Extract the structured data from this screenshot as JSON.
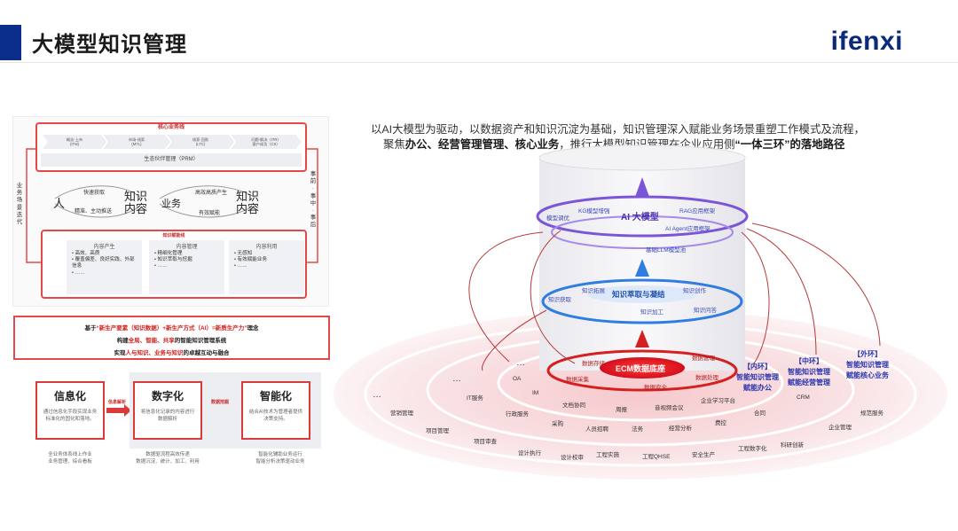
{
  "header": {
    "title": "大模型知识管理",
    "brand": "ifenxi"
  },
  "left": {
    "core_title": "核心业务线",
    "core_chevrons": [
      {
        "l1": "概念-上市",
        "l2": "(ITM)"
      },
      {
        "l1": "市场-线索",
        "l2": "(MTL)"
      },
      {
        "l1": "线索-回款",
        "l2": "(LTC)"
      },
      {
        "l1": "问题-解决（ITR）",
        "l2": "客户成功（CS）"
      }
    ],
    "prm": "生态伙伴管理（PRM）",
    "left_vertical": "业务场景迭代",
    "right_vertical": "事前·事中·事后",
    "flow1": {
      "left": "人",
      "top": "快速获取",
      "bottom": "精准、主动推送",
      "right": "知识内容"
    },
    "flow2": {
      "left": "业务",
      "top": "高效高质产生",
      "bottom": "有效赋能",
      "right": "知识内容"
    },
    "know_title": "知识赋能线",
    "columns": [
      {
        "head": "内容产生",
        "items": [
          "高效、高质",
          "覆盖偏差、良好实践、外部信息",
          "……"
        ]
      },
      {
        "head": "内容管理",
        "items": [
          "精细化管理",
          "知识萃取与挖掘",
          "……"
        ]
      },
      {
        "head": "内容利用",
        "items": [
          "无感知",
          "有效赋能业务",
          "……"
        ]
      }
    ],
    "concept": {
      "line1_a": "基于",
      "line1_b": "“新生产要素（知识数据）+新生产方式（AI）=新质生产力”",
      "line1_c": "理念",
      "line2_a": "构建",
      "line2_b": "全局、智能、共享",
      "line2_c": "的智能知识管理系统",
      "line3_a": "实现",
      "line3_b": "人与知识、业务与知识",
      "line3_c": "的卓越互动与融合"
    },
    "stages": [
      {
        "title": "信息化",
        "desc": "通过信息化手段实现业务标准化的固化和落地。",
        "note": "全业务体系线上作业\n业务管理、综合看板"
      },
      {
        "title": "数字化",
        "desc": "将信息化记录的内容进行数据解析",
        "note": "数据驱流程高效传递\n数据沉淀、统计、加工、利用"
      },
      {
        "title": "智能化",
        "desc": "结合AI技术为管理者提供决策支持。",
        "note": "智能化辅助业务运行\n智能分析决策驱动业务"
      }
    ],
    "stage_arrows": [
      "信息解析",
      "数据挖掘"
    ]
  },
  "right": {
    "headline_1a": "以AI大模型为驱动，以数据资产和知识沉淀为基础，知识管理深入赋能业务场景重塑工作模式及流程，",
    "headline_2a": "聚焦",
    "headline_2b": "办公、经营管理管理、核心业务",
    "headline_2c": "，推行大模型知识管理在企业应用侧",
    "headline_2d": "“一体三环”",
    "headline_2e": "的落地路径",
    "ai_layer": {
      "center": "AI 大模型",
      "items": [
        "KG模型增强",
        "RAG应用框架",
        "模型调优",
        "AI Agent应用框架",
        "基础LLM模型池"
      ]
    },
    "knowledge_layer": {
      "center": "知识萃取与凝结",
      "items": [
        "知识拓展",
        "知识创作",
        "知识获取",
        "知识加工",
        "知识问答"
      ]
    },
    "data_layer": {
      "center": "ECM数据底座",
      "items": [
        "数据存储",
        "数据管理",
        "数据采集",
        "数据处理",
        "数据安全"
      ]
    },
    "rings": [
      {
        "tag": "【内环】",
        "desc": "智能知识管理\n赋能办公"
      },
      {
        "tag": "【中环】",
        "desc": "智能知识管理\n赋能经营管理"
      },
      {
        "tag": "【外环】",
        "desc": "智能知识管理\n赋能核心业务"
      }
    ],
    "inner_items": [
      "OA",
      "IM",
      "文档协同",
      "周报",
      "音视频会议",
      "企业学习平台"
    ],
    "middle_items": [
      "IT服务",
      "行政服务",
      "采购",
      "人员招聘",
      "法务",
      "经营分析",
      "费控",
      "合同",
      "CRM"
    ],
    "outer_items": [
      "营销管理",
      "项目管理",
      "项目审查",
      "设计执行",
      "设计校审",
      "工程实施",
      "工程QHSE",
      "安全生产",
      "工程数字化",
      "科研创新",
      "企业管理",
      "规范服务"
    ],
    "ellipsis": [
      "…",
      "…",
      "…"
    ]
  }
}
